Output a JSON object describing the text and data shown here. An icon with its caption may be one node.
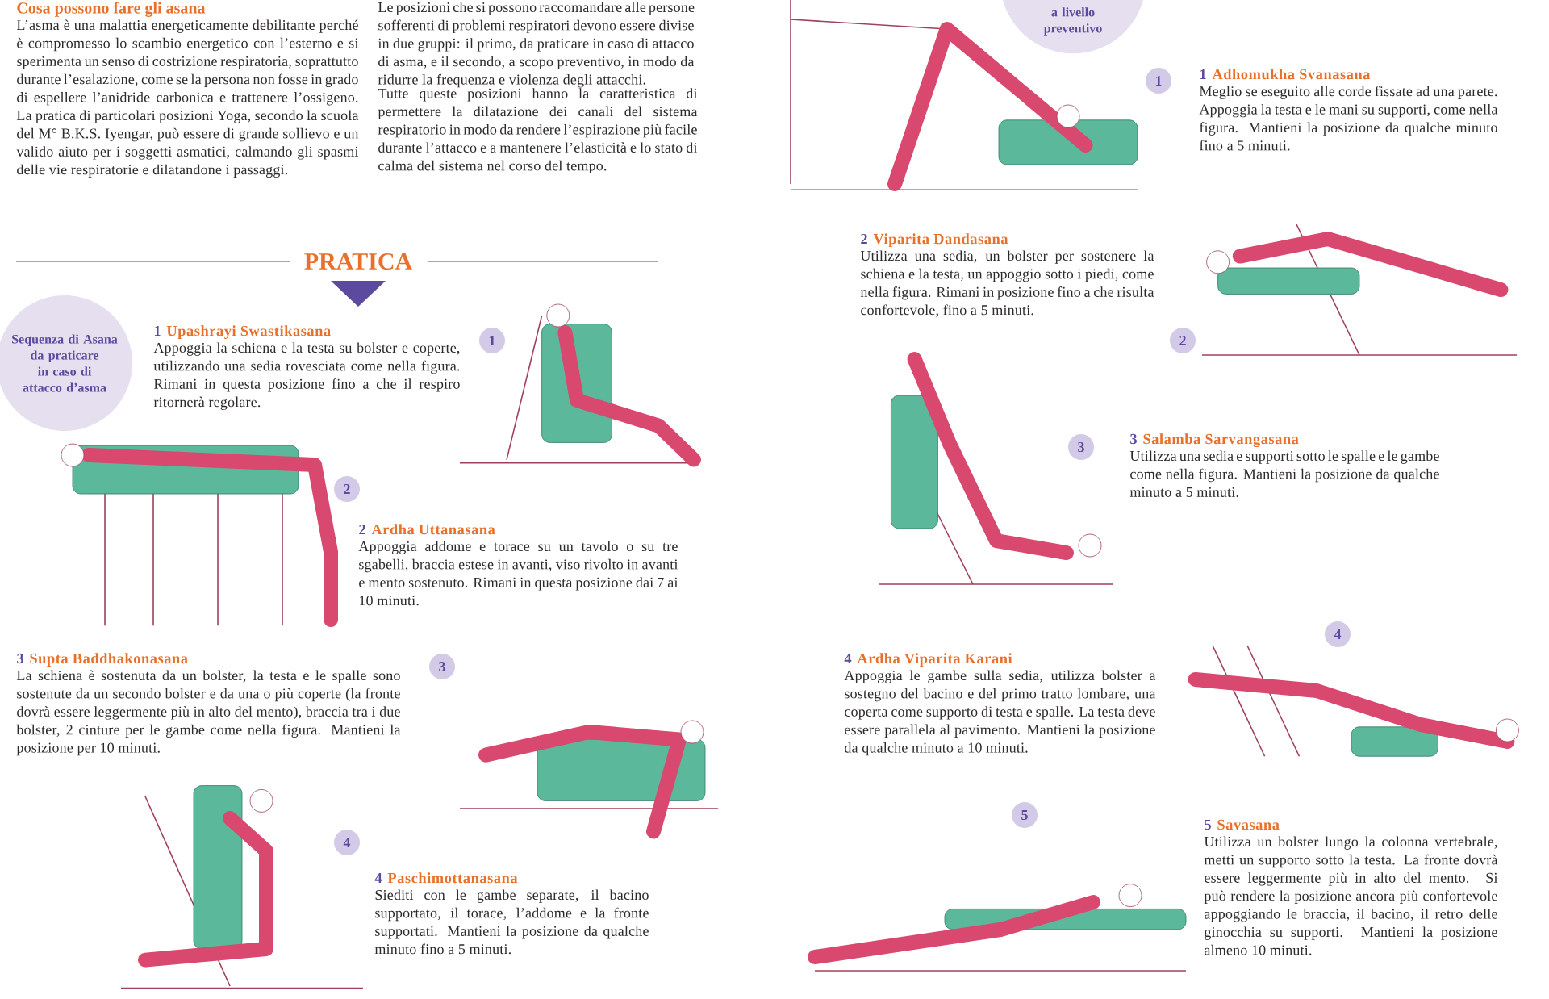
{
  "diagram": {
    "nodes": [
      {
        "text": [
          "a livello preventivo"
        ]
      },
      {
        "text": [
          "Sequenza di Asana da praticare in caso di attacco d’asma"
        ]
      },
      {
        "text": [
          "1"
        ]
      },
      {
        "text": [
          "2"
        ]
      },
      {
        "text": [
          "3"
        ]
      },
      {
        "text": [
          "4"
        ]
      },
      {
        "text": [
          "1"
        ]
      },
      {
        "text": [
          "2"
        ]
      },
      {
        "text": [
          "3"
        ]
      },
      {
        "text": [
          "4"
        ]
      },
      {
        "text": [
          "5"
        ]
      }
    ],
    "labels": [
      "Cosa possono fare gli asana",
      "L’asma è una malattia energeticamente debilitante perché è compromesso lo scambio energetico con l’esterno e si sperimenta un senso di costrizione respiratoria, soprattutto durante l’esalazione, come se la persona non fosse in grado di espellere l’anidride carbonica e trattenere l’ossigeno. La pratica di particolari posizioni Yoga, secondo la scuola del M° B.K.S. Iyengar, può essere di grande sollievo e un valido aiuto per i soggetti asmatici, calmando gli spasmi delle vie respiratorie e dilatandone i passaggi.",
      "Le posizioni che si possono raccomandare alle persone sofferenti di problemi respiratori devono essere divise in due gruppi: il primo, da praticare in caso di attacco di asma, e il secondo, a scopo preventivo, in modo da ridurre la frequenza e violenza degli attacchi.",
      "Tutte queste posizioni hanno la caratteristica di permettere la dilatazione dei canali del sistema respiratorio in modo da rendere l’espirazione più facile durante l’attacco e a mantenere l’elasticità e lo stato di calma del sistema nel corso del tempo.",
      "PRATICA",
      "1",
      "Upashrayi Swastikasana",
      "Appoggia la schiena e la testa su bolster e coperte, utilizzando una sedia rovesciata come nella figura. Rimani in questa posizione fino a che il respiro ritornerà regolare.",
      "2",
      "Ardha Uttanasana",
      "Appoggia addome e torace su un tavolo o su tre sgabelli, braccia estese in avanti, viso rivolto in avanti e mento sostenuto. Rimani in questa posizione dai 7 ai 10 minuti.",
      "3",
      "Supta Baddhakonasana",
      "La schiena è sostenuta da un bolster, la testa e le spalle sono sostenute da un secondo bolster e da una o più coperte (la fronte dovrà essere leggermente più in alto del mento), braccia tra i due bolster, 2 cinture per le gambe come nella figura. Mantieni la posizione per 10 minuti.",
      "4",
      "Paschimottanasana",
      "Siediti con le gambe separate, il bacino supportato, il torace, l’addome e la fronte supportati. Mantieni la posizione da qualche minuto fino a 5 minuti.",
      "1",
      "Adhomukha Svanasana",
      "Meglio se eseguito alle corde fissate ad una parete. Appoggia la testa e le mani su supporti, come nella figura. Mantieni la posizione da qualche minuto fino a 5 minuti.",
      "2",
      "Viparita Dandasana",
      "Utilizza una sedia, un bolster per sostenere la schiena e la testa, un appoggio sotto i piedi, come nella figura. Rimani in posizione fino a che risulta confortevole, fino a 5 minuti.",
      "3",
      "Salamba Sarvangasana",
      "Utilizza una sedia e supporti sotto le spalle e le gambe come nella figura. Mantieni la posizione da qualche minuto a 5 minuti.",
      "4",
      "Ardha Viparita Karani",
      "Appoggia le gambe sulla sedia, utilizza bolster a sostegno del bacino e del primo tratto lombare, una coperta come supporto di testa e spalle. La testa deve essere parallela al pavimento. Mantieni la posizione da qualche minuto a 10 minuti.",
      "5",
      "Savasana",
      "Utilizza un bolster lungo la colonna vertebrale, metti un supporto sotto la testa. La fronte dovrà essere leggermente più in alto del mento. Si può rendere la posizione ancora più confortevole appoggiando le braccia, il bacino, il retro delle ginocchia su supporti. Mantieni la posizione almeno 10 minuti."
    ]
  }
}
